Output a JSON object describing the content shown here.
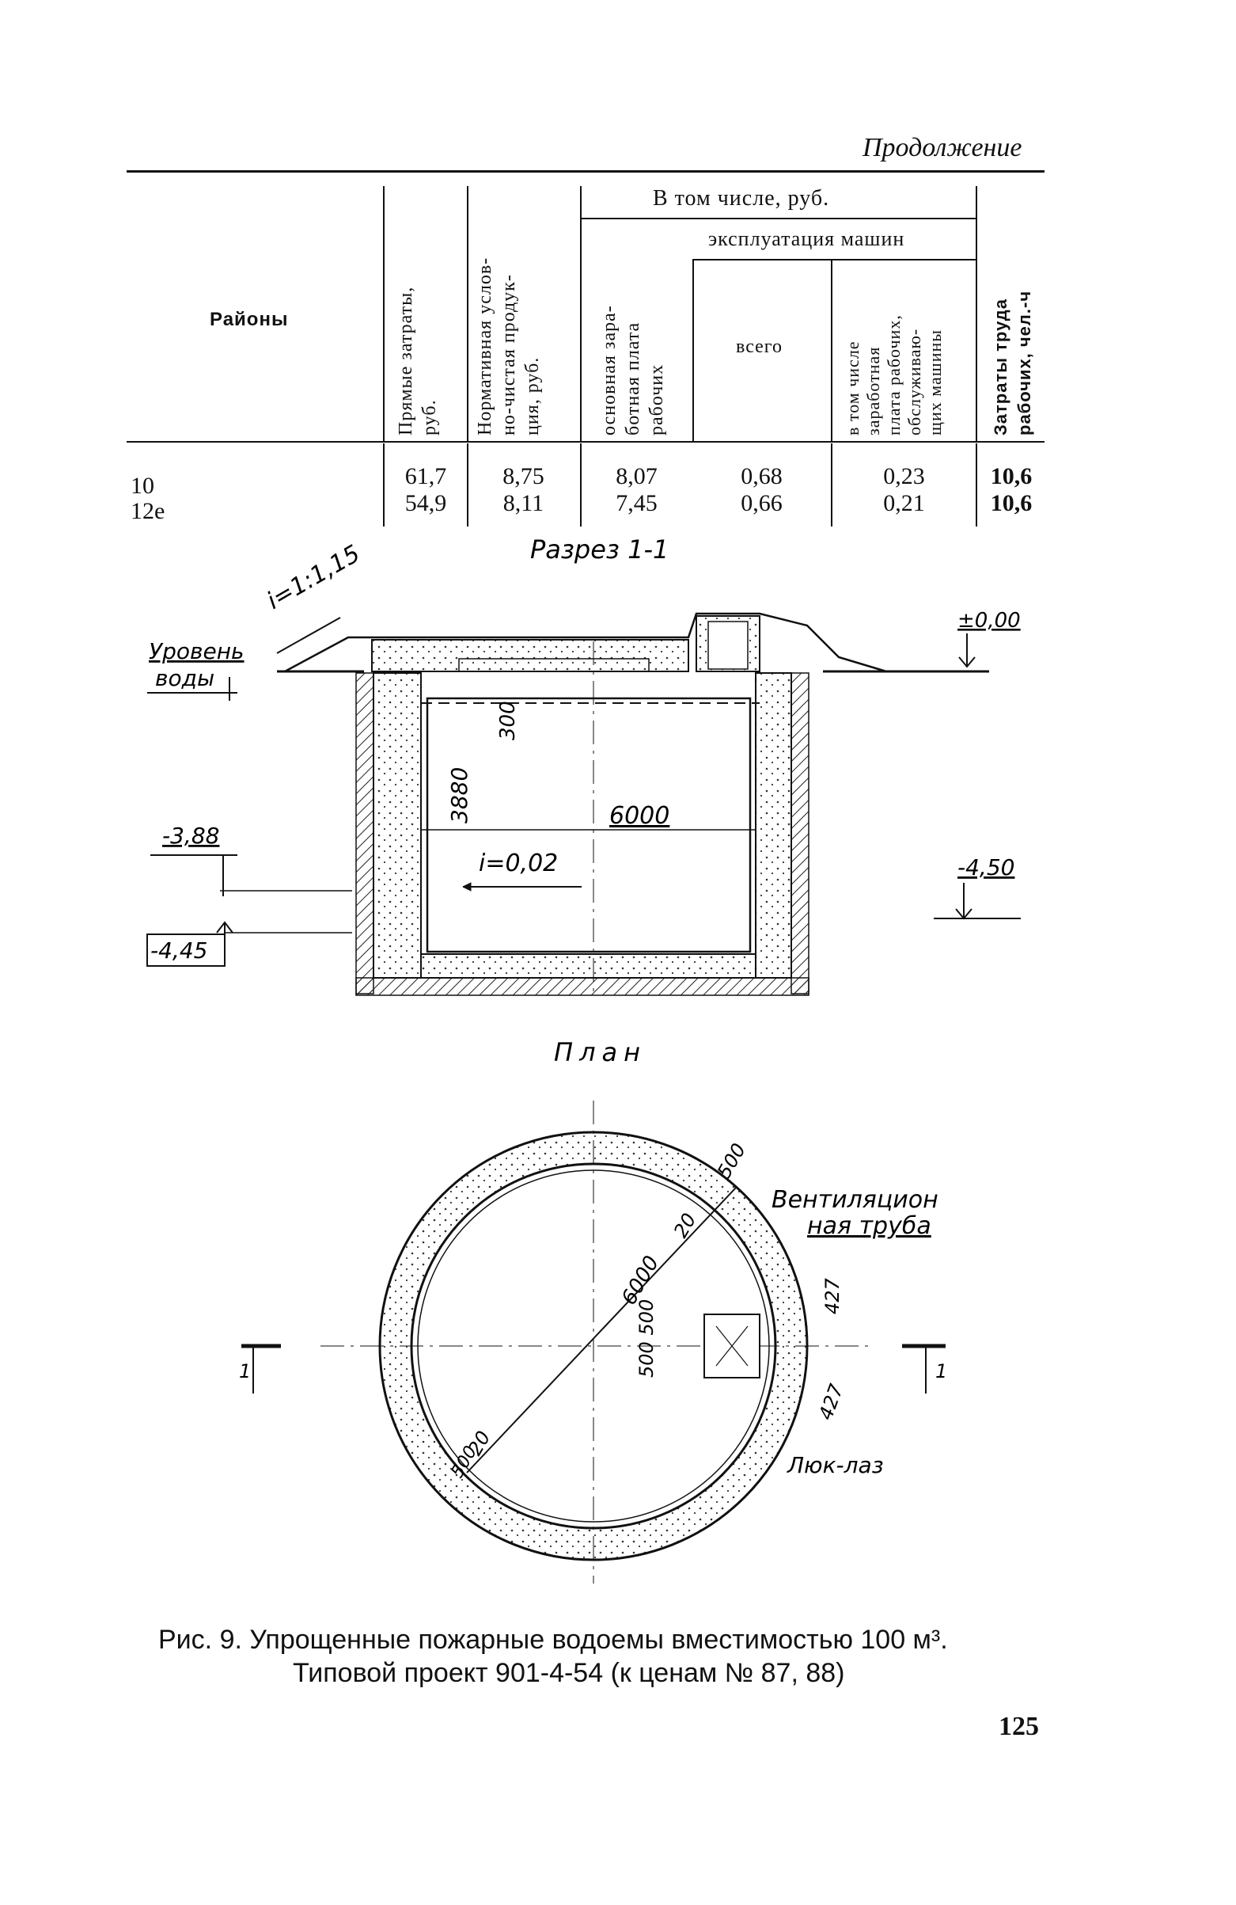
{
  "header": {
    "continuation": "Продолжение"
  },
  "table": {
    "col_region": "Районы",
    "col_direct": "Прямые затраты,\nруб.",
    "col_normative": "Нормативная услов-\nно-чистая продук-\nция, руб.",
    "group_including": "В том числе, руб.",
    "col_base_wage": "основная зара-\nботная плата\nрабочих",
    "group_machines": "эксплуатация машин",
    "col_total": "всего",
    "col_incl_wage": "в том числе\nзаработная\nплата рабочих,\nобслуживаю-\nщих машины",
    "col_labor": "Затраты труда\nрабочих, чел.-ч",
    "rows": [
      {
        "region": "10",
        "direct": "61,7",
        "normative": "8,75",
        "base_wage": "8,07",
        "total": "0,68",
        "incl_wage": "0,23",
        "labor": "10,6"
      },
      {
        "region": "12е",
        "direct": "54,9",
        "normative": "8,11",
        "base_wage": "7,45",
        "total": "0,66",
        "incl_wage": "0,21",
        "labor": "10,6"
      }
    ]
  },
  "section": {
    "title": "Разрез 1-1",
    "slope": "i=1:1,15",
    "water_level_1": "Уровень",
    "water_level_2": "воды",
    "zero_mark": "±0,00",
    "mark_388": "-3,88",
    "mark_445": "-4,45",
    "mark_450": "-4,50",
    "dim_3880": "3880",
    "dim_300": "300",
    "dim_6000": "6000",
    "slope_bottom": "i=0,02"
  },
  "plan": {
    "title": "План",
    "vent_1": "Вентиляцион",
    "vent_2": "ная труба",
    "hatch": "Люк-лаз",
    "dim_500_top": "500",
    "dim_20_top": "20",
    "dim_6000": "6000",
    "dim_500500": "500 500",
    "dim_427_top": "427",
    "dim_427_bot": "427",
    "dim_20_bot": "20",
    "dim_500_bot": "500",
    "cut_left": "1",
    "cut_right": "1"
  },
  "caption": {
    "line1": "Рис. 9. Упрощенные пожарные водоемы вместимостью 100 м³.",
    "line2": "Типовой проект 901-4-54 (к ценам № 87, 88)"
  },
  "page_number": "125"
}
